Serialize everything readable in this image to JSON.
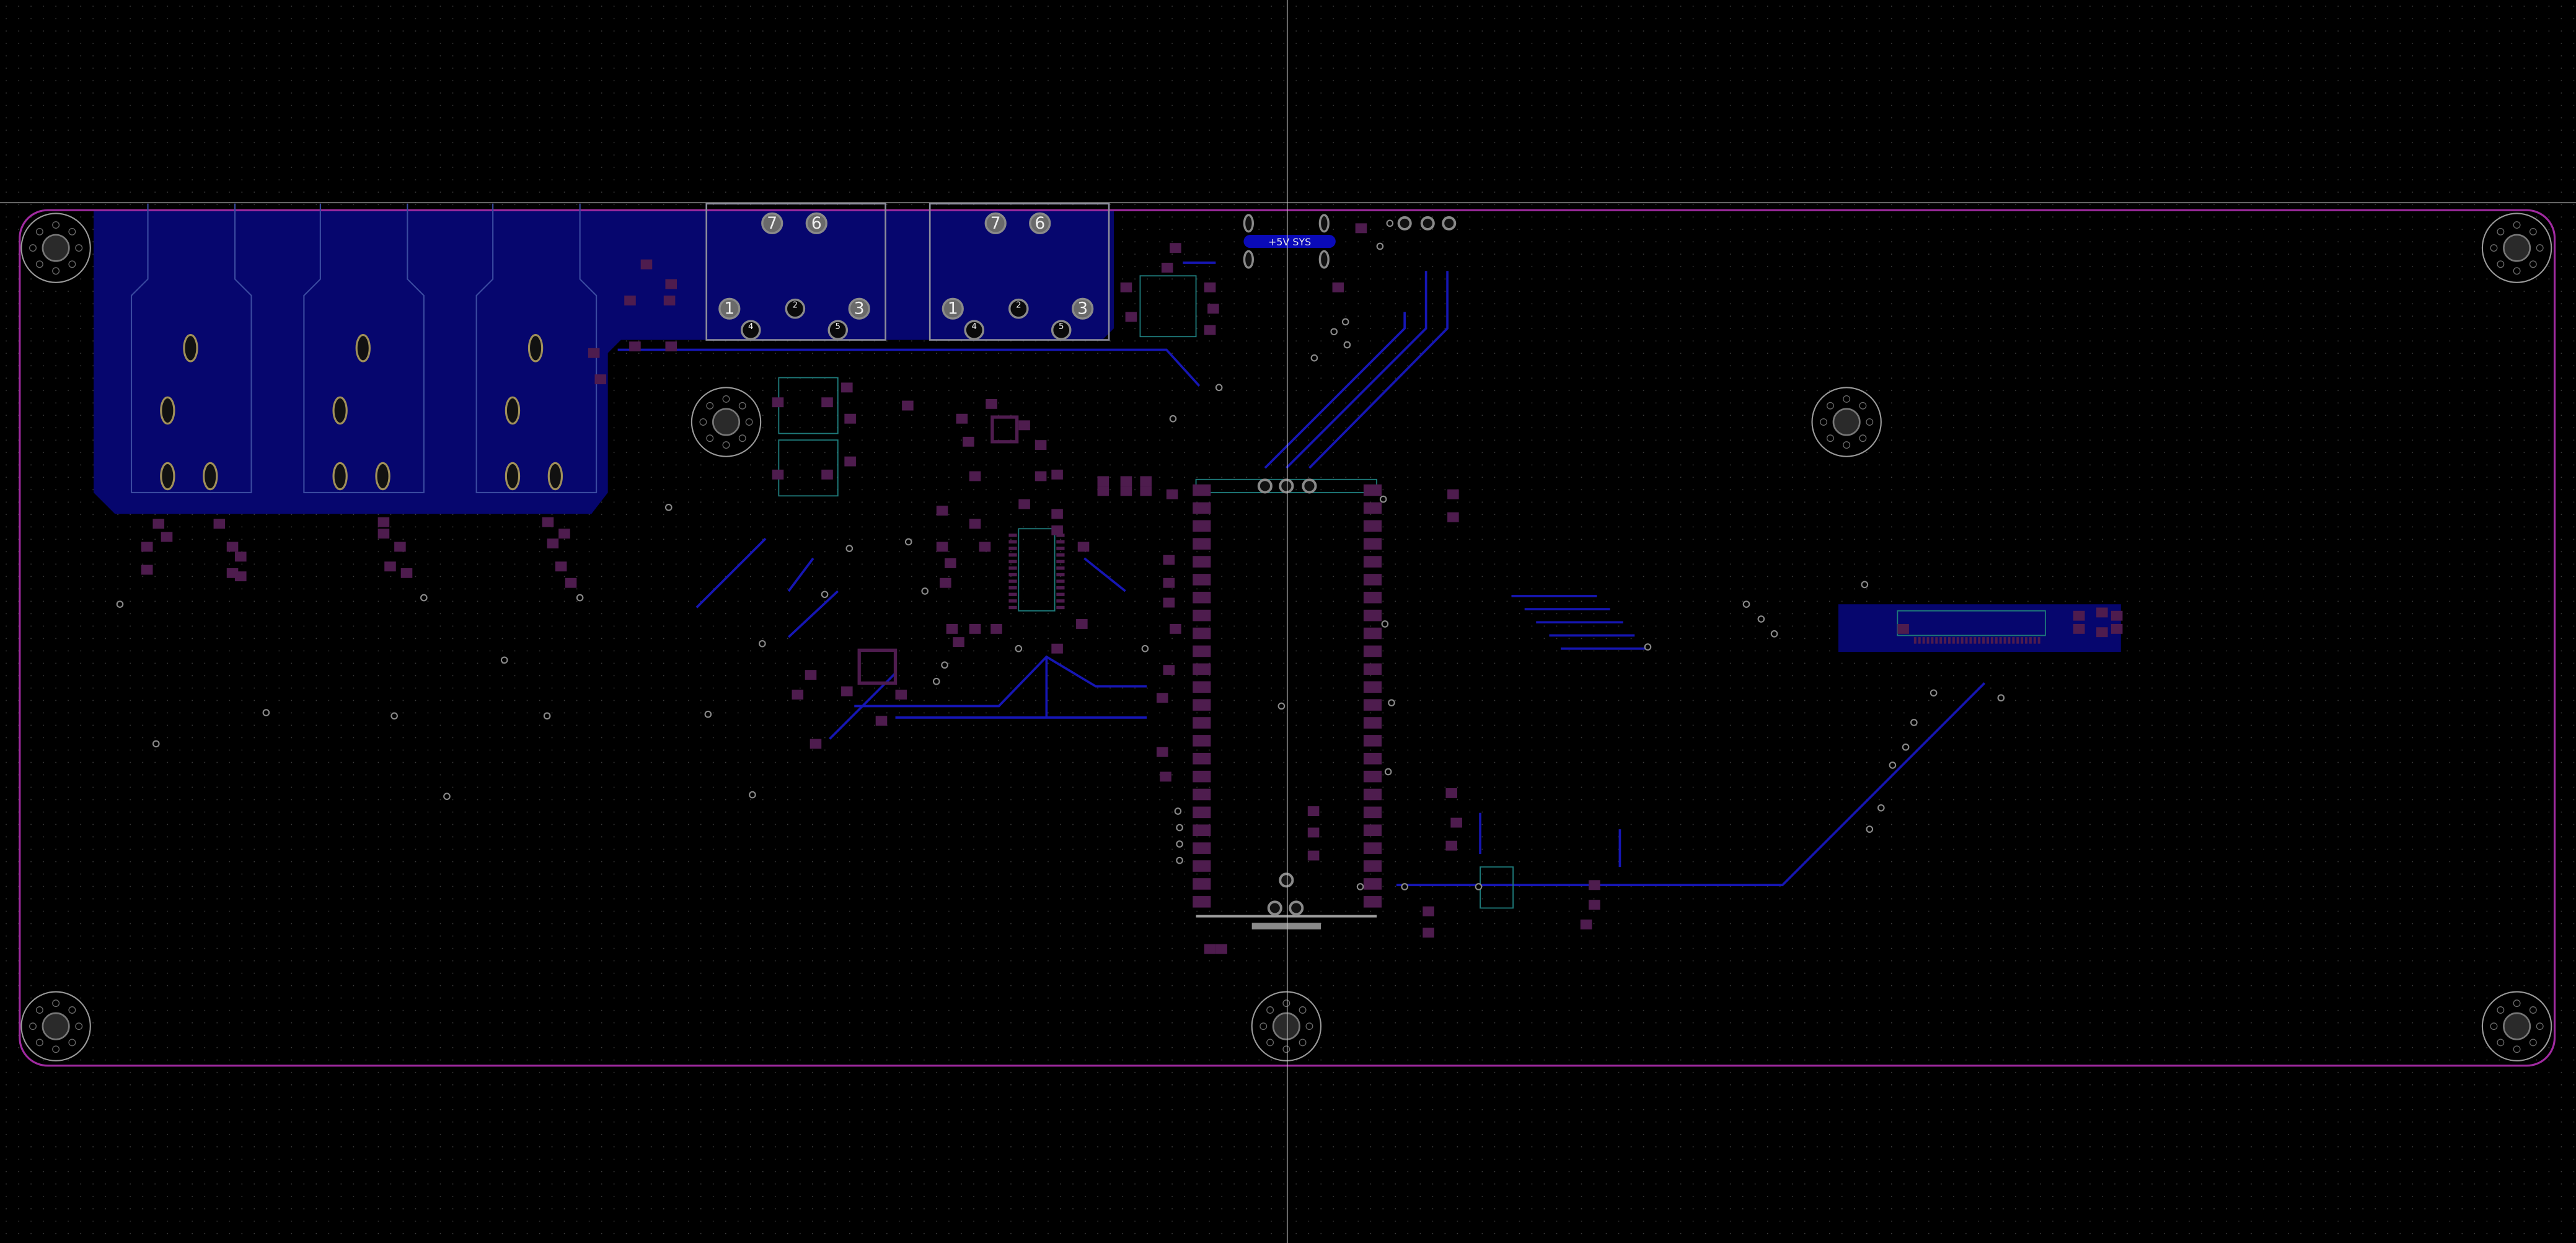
{
  "view": {
    "type": "pcb-layout-editor",
    "canvas": "board"
  },
  "colors": {
    "background": "#000000",
    "grid_dot": "#3c3c3c",
    "edge_cuts": "#a02aa0",
    "copper_zone": "#06066e",
    "track": "#1616b4",
    "smd_pad": "#4e1c4e",
    "through_hole": "#8a8a8a",
    "silkscreen": "#1e7a7a",
    "crosshair": "#c8c8c8"
  },
  "net_label": {
    "text": "+5V SYS"
  },
  "rj_connectors": [
    {
      "pins": [
        "7",
        "6",
        "1",
        "2",
        "3",
        "4",
        "5"
      ]
    },
    {
      "pins": [
        "7",
        "6",
        "1",
        "2",
        "3",
        "4",
        "5"
      ]
    }
  ]
}
